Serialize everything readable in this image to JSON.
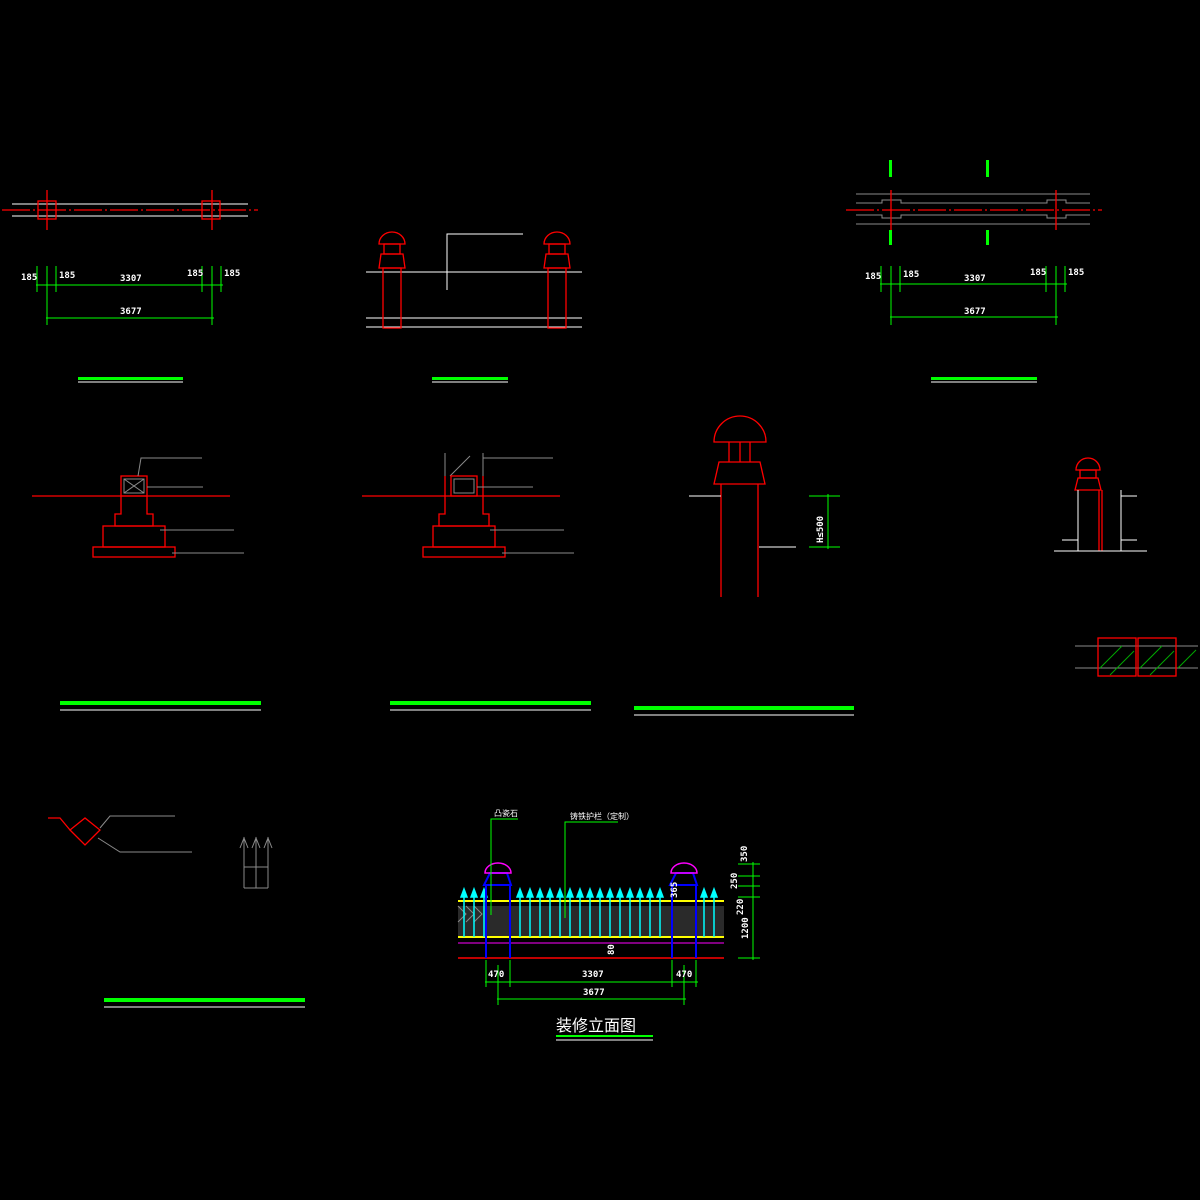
{
  "colors": {
    "background": "#000000",
    "dimension": "#00ff00",
    "outline": "#ff0000",
    "cap": "#ff00ff",
    "railing": "#00ffff",
    "post": "#0000ff",
    "band": "#ffff00"
  },
  "plan_left": {
    "dims": [
      "185",
      "185",
      "3307",
      "185",
      "185"
    ],
    "total": "3677"
  },
  "plan_right": {
    "dims": [
      "185",
      "185",
      "3307",
      "185",
      "185"
    ],
    "total": "3677"
  },
  "post_detail": {
    "height_label": "H≤500"
  },
  "elevation": {
    "title": "装修立面图",
    "callout_left": "凸瓷石",
    "callout_right": "铸铁护栏（定制）",
    "bottom_dims": [
      "470",
      "3307",
      "470"
    ],
    "bottom_total": "3677",
    "side_dims": [
      "350",
      "250",
      "220",
      "1200"
    ],
    "inner_dim": "80",
    "post_dim": "365"
  }
}
